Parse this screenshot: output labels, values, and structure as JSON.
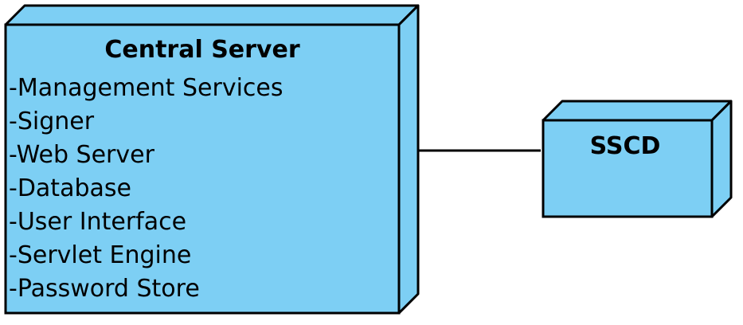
{
  "colors": {
    "node_fill": "#7dcff4",
    "outline": "#000000",
    "background": "#ffffff"
  },
  "central_server": {
    "title": "Central Server",
    "items": [
      "-Management Services",
      "-Signer",
      "-Web Server",
      "-Database",
      "-User Interface",
      "-Servlet Engine",
      "-Password Store"
    ]
  },
  "sscd": {
    "title": "SSCD"
  }
}
